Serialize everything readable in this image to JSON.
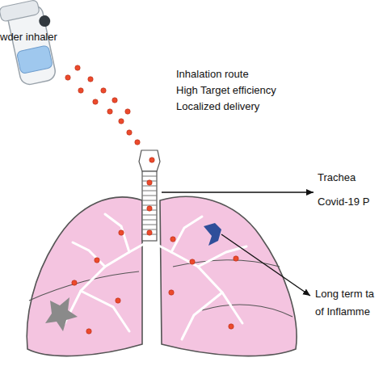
{
  "diagram": {
    "labels": [
      "wder inhaler",
      "Inhalation route",
      "High Target efficiency",
      "Localized delivery",
      "Trachea",
      "Covid-19 P",
      "Long term ta",
      "of Inflamme"
    ]
  }
}
